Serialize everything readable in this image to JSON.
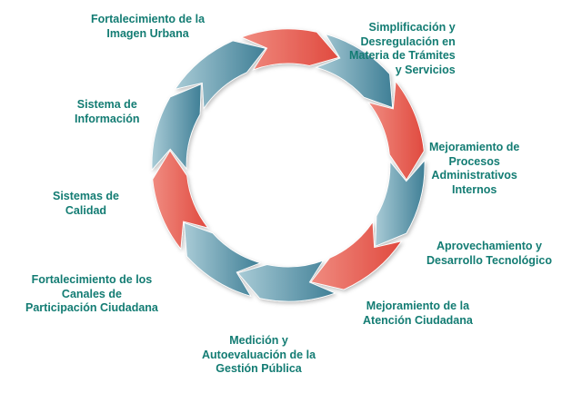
{
  "diagram": {
    "colors": {
      "red_segment": "#e04a3f",
      "red_segment_light": "#f08b80",
      "blue_segment": "#3f7f96",
      "blue_segment_light": "#a9cbd6",
      "label_text": "#137c73"
    },
    "segments": [
      {
        "color": "red"
      },
      {
        "color": "blue"
      },
      {
        "color": "red"
      },
      {
        "color": "blue"
      },
      {
        "color": "red"
      },
      {
        "color": "blue"
      },
      {
        "color": "blue"
      },
      {
        "color": "red"
      },
      {
        "color": "blue"
      },
      {
        "color": "blue"
      }
    ],
    "labels": [
      {
        "lines": [
          "Fortalecimiento de la",
          "Imagen Urbana"
        ]
      },
      {
        "lines": [
          "Simplificación y",
          "Desregulación en",
          "Materia de Trámites",
          "y Servicios"
        ]
      },
      {
        "lines": [
          "Mejoramiento de",
          "Procesos",
          "Administrativos",
          "Internos"
        ]
      },
      {
        "lines": [
          "Aprovechamiento y",
          "Desarrollo Tecnológico"
        ]
      },
      {
        "lines": [
          "Mejoramiento de la",
          "Atención Ciudadana"
        ]
      },
      {
        "lines": [
          "Medición y",
          "Autoevaluación de la",
          "Gestión Pública"
        ]
      },
      {
        "lines": [
          "Fortalecimiento de los",
          "Canales de",
          "Participación Ciudadana"
        ]
      },
      {
        "lines": [
          "Sistemas de",
          "Calidad"
        ]
      },
      {
        "lines": [
          "Sistema de",
          "Información"
        ]
      }
    ]
  }
}
